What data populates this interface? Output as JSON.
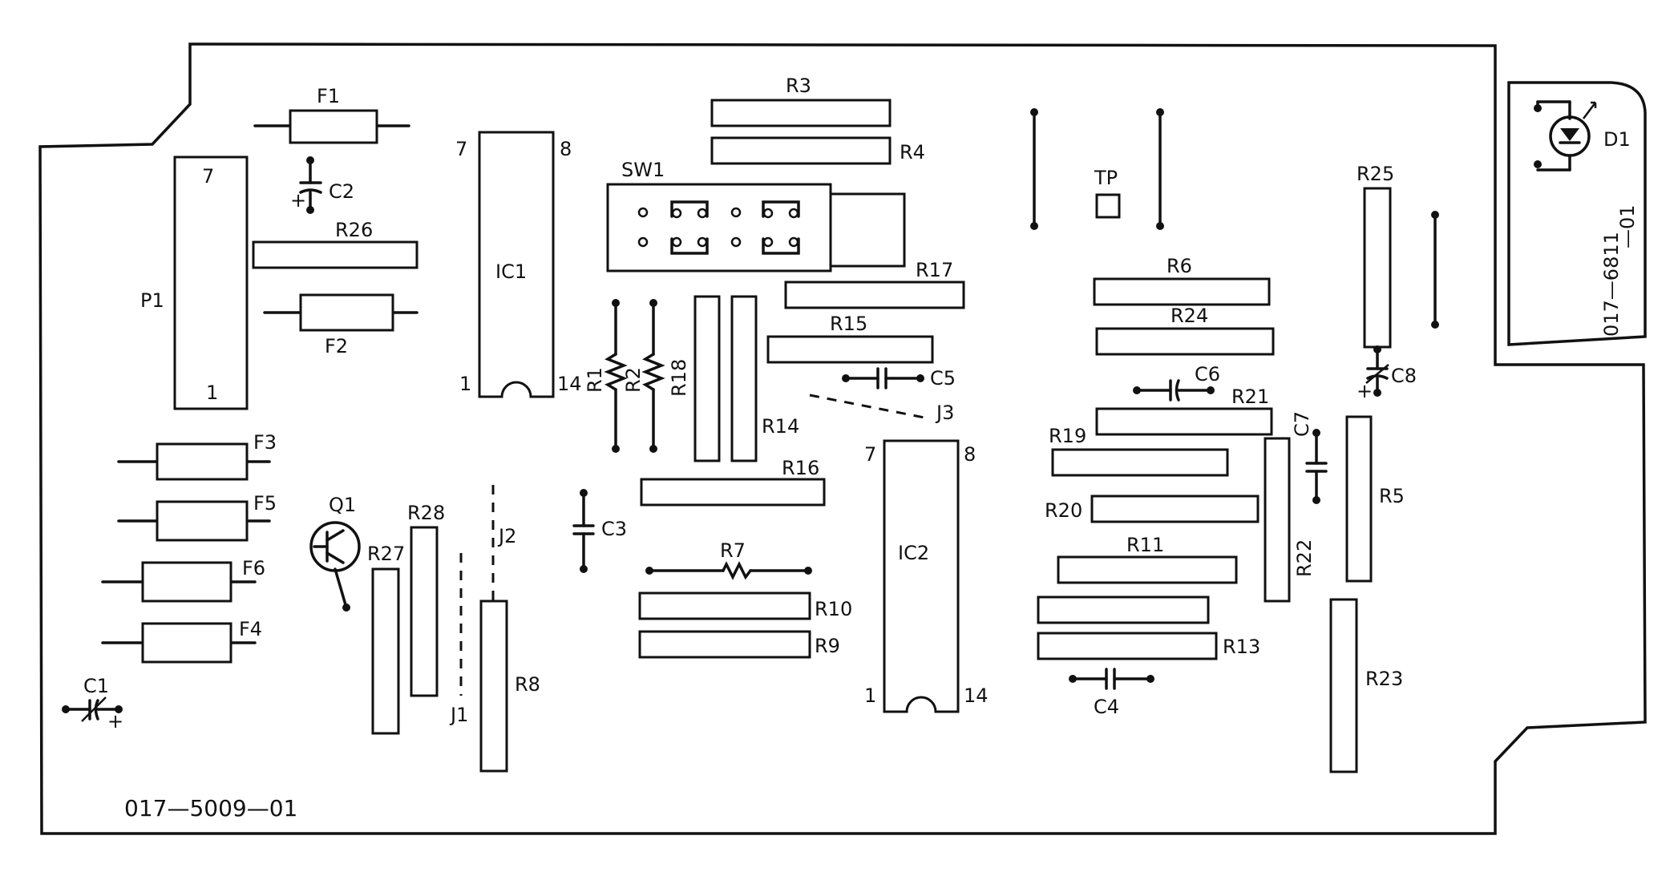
{
  "board": {
    "part_number": "017—5009—01",
    "aux_part_number": "017—6811",
    "aux_part_suffix": "—01"
  },
  "labels": {
    "F1": "F1",
    "F2": "F2",
    "F3": "F3",
    "F4": "F4",
    "F5": "F5",
    "F6": "F6",
    "C1": "C1",
    "C2": "C2",
    "C3": "C3",
    "C4": "C4",
    "C5": "C5",
    "C6": "C6",
    "C7": "C7",
    "C8": "C8",
    "P1": "P1",
    "P1_pin7": "7",
    "P1_pin1": "1",
    "IC1": "IC1",
    "IC1_pin7": "7",
    "IC1_pin8": "8",
    "IC1_pin1": "1",
    "IC1_pin14": "14",
    "IC2": "IC2",
    "IC2_pin7": "7",
    "IC2_pin8": "8",
    "IC2_pin1": "1",
    "IC2_pin14": "14",
    "SW1": "SW1",
    "TP": "TP",
    "D1": "D1",
    "Q1": "Q1",
    "J1": "J1",
    "J2": "J2",
    "J3": "J3",
    "R1": "R1",
    "R2": "R2",
    "R3": "R3",
    "R4": "R4",
    "R5": "R5",
    "R6": "R6",
    "R7": "R7",
    "R8": "R8",
    "R9": "R9",
    "R10": "R10",
    "R11": "R11",
    "R13": "R13",
    "R14": "R14",
    "R15": "R15",
    "R16": "R16",
    "R17": "R17",
    "R18": "R18",
    "R19": "R19",
    "R20": "R20",
    "R21": "R21",
    "R22": "R22",
    "R23": "R23",
    "R24": "R24",
    "R25": "R25",
    "R26": "R26",
    "R27": "R27",
    "R28": "R28",
    "plus": "+"
  }
}
